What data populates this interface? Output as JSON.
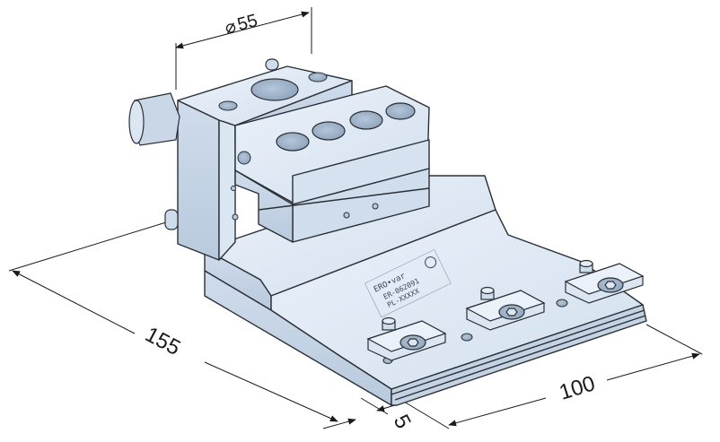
{
  "dimensions": {
    "diameter_symbol": "⌀",
    "diameter_value": "55",
    "length": "155",
    "width": "100",
    "offset": "5"
  },
  "marking": {
    "brand": "ERO•var",
    "part_no": "ER-062091",
    "serial": "PL-XXXXX"
  },
  "colors": {
    "body": "#dce8f4",
    "shade": "#b7c7d9",
    "outline": "#2a2f36"
  }
}
